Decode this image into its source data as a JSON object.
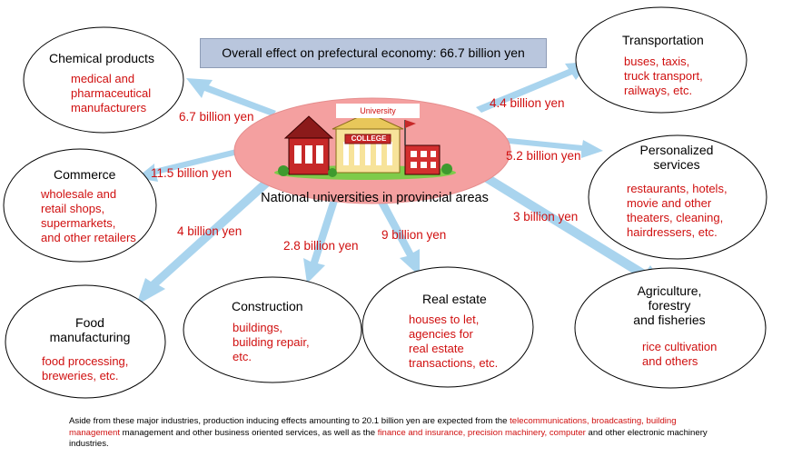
{
  "banner": "Overall effect on prefectural economy: 66.7 billion yen",
  "center": {
    "tag": "University",
    "college_sign": "COLLEGE",
    "label": "National universities in provincial areas"
  },
  "industries": {
    "chemical": {
      "title": "Chemical products",
      "detail": [
        "medical and",
        "pharmaceutical",
        "manufacturers"
      ],
      "amount": "6.7 billion yen"
    },
    "commerce": {
      "title": "Commerce",
      "detail": [
        "wholesale and",
        "retail shops,",
        "supermarkets,",
        "and other retailers"
      ],
      "amount": "11.5 billion yen"
    },
    "food": {
      "title": [
        "Food",
        "manufacturing"
      ],
      "detail": [
        "food processing,",
        "breweries, etc."
      ],
      "amount": "4 billion yen"
    },
    "construction": {
      "title": "Construction",
      "detail": [
        "buildings,",
        "building repair,",
        "etc."
      ],
      "amount": "2.8 billion yen"
    },
    "real_estate": {
      "title": "Real estate",
      "detail": [
        "houses to let,",
        "agencies for",
        "real estate",
        "transactions, etc."
      ],
      "amount": "9 billion yen"
    },
    "agriculture": {
      "title": [
        "Agriculture,",
        "forestry",
        "and fisheries"
      ],
      "detail": [
        "rice cultivation",
        "and others"
      ],
      "amount": "3 billion yen"
    },
    "personalized": {
      "title": [
        "Personalized",
        "services"
      ],
      "detail": [
        "restaurants, hotels,",
        "movie and other",
        "theaters, cleaning,",
        "hairdressers, etc."
      ],
      "amount": "5.2 billion yen"
    },
    "transportation": {
      "title": "Transportation",
      "detail": [
        "buses, taxis,",
        "truck transport,",
        "railways, etc."
      ],
      "amount": "4.4 billion yen"
    }
  },
  "footnote": {
    "part1": "Aside from these major industries, production inducing effects amounting to 20.1 billion yen are expected from the ",
    "red1": "telecommunications, broadcasting, building management",
    "part2": "  management and other business oriented services, as well as the ",
    "red2": "finance and insurance, precision machinery, computer",
    "part3": " and other electronic machinery industries."
  },
  "colors": {
    "arrow": "#a9d4ee",
    "center_fill": "#f4a0a0",
    "text_red": "#d01010",
    "banner": "#b9c6dd"
  }
}
